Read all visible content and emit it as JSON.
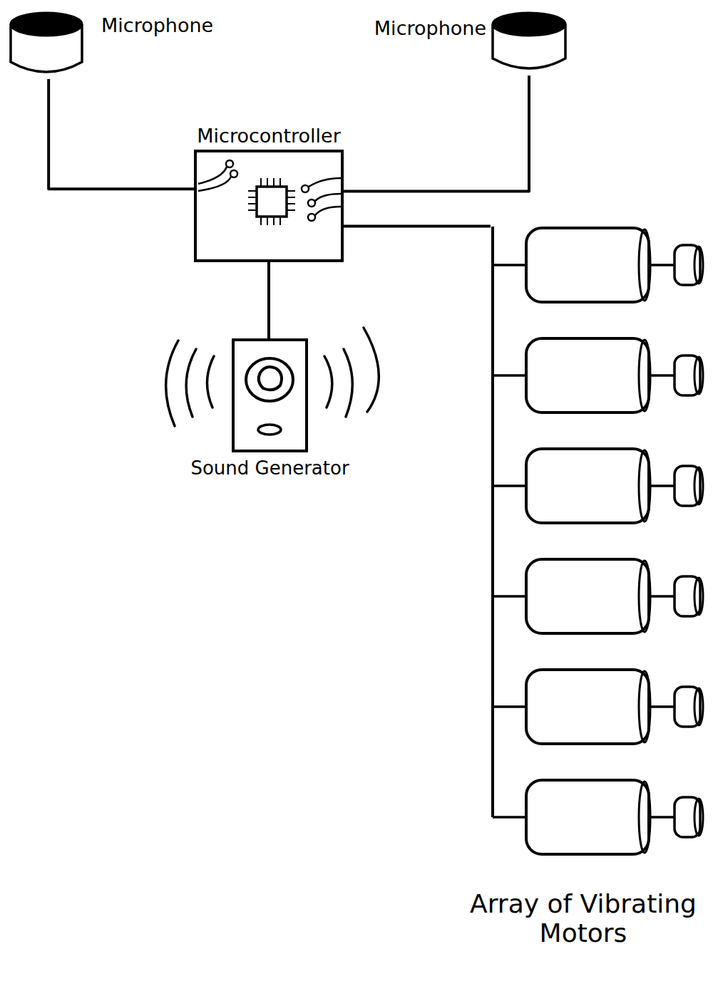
{
  "diagram": {
    "nodes": [
      {
        "text": [
          "Microphone"
        ]
      },
      {
        "text": [
          "Microphone"
        ]
      },
      {
        "text": [
          "Microcontroller"
        ]
      },
      {
        "text": [
          "Sound Generator"
        ]
      },
      {
        "text": [
          "Array of Vibrating Motors"
        ]
      }
    ],
    "edges": [
      {
        "from": 0,
        "to": 2,
        "arrow": "none"
      },
      {
        "from": 1,
        "to": 2,
        "arrow": "none"
      },
      {
        "from": 2,
        "to": 3,
        "arrow": "none"
      },
      {
        "from": 2,
        "to": 4,
        "arrow": "none"
      }
    ]
  }
}
